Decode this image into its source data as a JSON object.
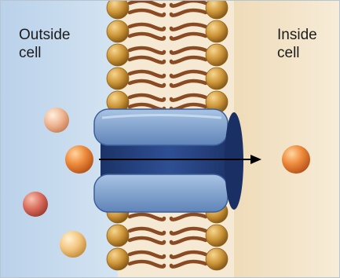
{
  "labels": {
    "outside": [
      "Outside",
      "cell"
    ],
    "inside": [
      "Inside",
      "cell"
    ]
  },
  "colors": {
    "outside_bg": "#c4d8ec",
    "inside_bg": "#f3e3c6",
    "lipid_head": "#c98f2e",
    "lipid_tail": "#8a4a22",
    "protein_dark": "#23407d",
    "protein_light": "#7fa3cf",
    "arrow": "#000000"
  },
  "icons": {
    "phospholipid_head": "sphere",
    "transport_protein": "channel-protein",
    "molecule": "sphere",
    "arrow": "right-arrow"
  }
}
